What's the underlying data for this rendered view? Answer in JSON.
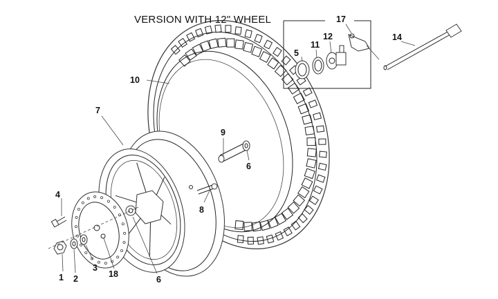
{
  "diagram": {
    "title": "VERSION WITH 12\" WHEEL",
    "callouts": [
      {
        "id": "1",
        "part": "nut"
      },
      {
        "id": "2",
        "part": "washer"
      },
      {
        "id": "3",
        "part": "spacer"
      },
      {
        "id": "4",
        "part": "bolt"
      },
      {
        "id": "5",
        "part": "circlip"
      },
      {
        "id": "6",
        "part": "bearing"
      },
      {
        "id": "6",
        "part": "bearing"
      },
      {
        "id": "7",
        "part": "rim"
      },
      {
        "id": "8",
        "part": "valve"
      },
      {
        "id": "9",
        "part": "spacer tube"
      },
      {
        "id": "10",
        "part": "tyre"
      },
      {
        "id": "11",
        "part": "seal ring"
      },
      {
        "id": "12",
        "part": "speedometer drive"
      },
      {
        "id": "14",
        "part": "wheel axle"
      },
      {
        "id": "17",
        "part": "cable bracket"
      },
      {
        "id": "18",
        "part": "brake disc"
      }
    ]
  }
}
